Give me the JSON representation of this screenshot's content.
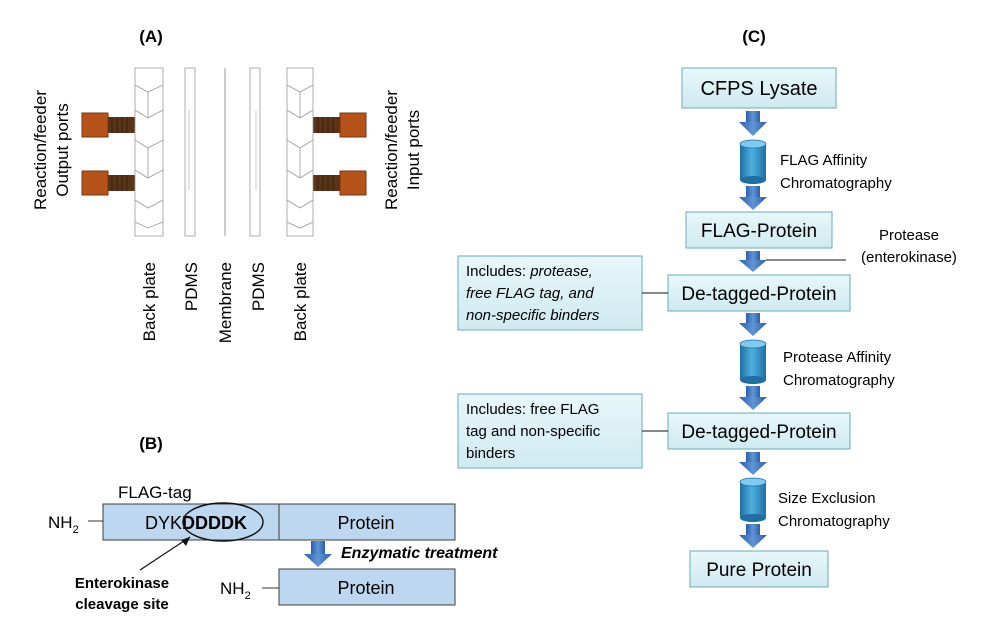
{
  "panel_a": {
    "label": "(A)",
    "output_ports_line1": "Reaction/feeder",
    "output_ports_line2": "Output ports",
    "input_ports_line1": "Reaction/feeder",
    "input_ports_line2": "Input ports",
    "layers": [
      "Back plate",
      "PDMS",
      "Membrane",
      "PDMS",
      "Back plate"
    ]
  },
  "panel_b": {
    "label": "(B)",
    "flag_tag_label": "FLAG-tag",
    "nh2": "NH",
    "nh2_sub": "2",
    "seq_plain": "DYK",
    "seq_bold": "DDDDK",
    "protein": "Protein",
    "treatment": "Enzymatic treatment",
    "cleavage_line1": "Enterokinase",
    "cleavage_line2": "cleavage site",
    "product_nh2": "NH",
    "product_nh2_sub": "2",
    "product_protein": "Protein"
  },
  "panel_c": {
    "label": "(C)",
    "boxes": [
      "CFPS Lysate",
      "FLAG-Protein",
      "De-tagged-Protein",
      "De-tagged-Protein",
      "Pure Protein"
    ],
    "columns": [
      {
        "line1": "FLAG Affinity",
        "line2": "Chromatography"
      },
      {
        "line1": "Protease Affinity",
        "line2": "Chromatography"
      },
      {
        "line1": "Size Exclusion",
        "line2": "Chromatography"
      }
    ],
    "protease_line1": "Protease",
    "protease_line2": "(enterokinase)",
    "note1": {
      "prefix": "Includes: ",
      "italic1": "protease,",
      "italic2": "free FLAG tag, and",
      "italic3": "non-specific binders"
    },
    "note2": {
      "line1": "Includes: free FLAG",
      "line2": "tag and non-specific",
      "line3": "binders"
    }
  },
  "colors": {
    "box_fill": "#d9f0f4",
    "box_stroke": "#7fb7c3",
    "arrow_blue": "#3a6fb7",
    "cylinder": "#2e8fc7",
    "port_copper": "#b5531a",
    "port_dark": "#5a3418",
    "flag_fill": "#bcd7ef"
  }
}
